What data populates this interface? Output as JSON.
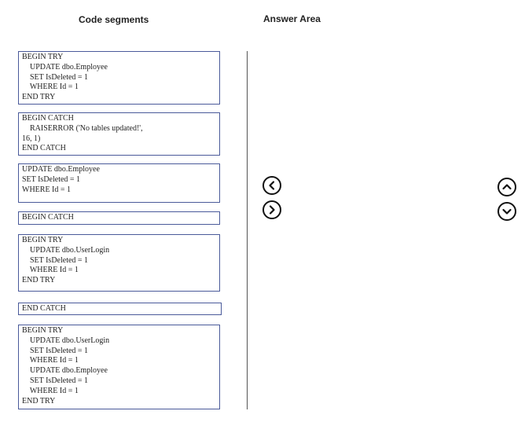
{
  "headers": {
    "left": "Code segments",
    "right": "Answer Area"
  },
  "segments": [
    {
      "code": "BEGIN TRY\n    UPDATE dbo.Employee\n    SET IsDeleted = 1\n    WHERE Id = 1\nEND TRY"
    },
    {
      "code": "BEGIN CATCH\n    RAISERROR ('No tables updated!',\n16, 1)\nEND CATCH"
    },
    {
      "code": "UPDATE dbo.Employee\nSET IsDeleted = 1\nWHERE Id = 1"
    },
    {
      "code": "BEGIN CATCH"
    },
    {
      "code": "BEGIN TRY\n    UPDATE dbo.UserLogin\n    SET IsDeleted = 1\n    WHERE Id = 1\nEND TRY"
    },
    {
      "code": "END CATCH"
    },
    {
      "code": "BEGIN TRY\n    UPDATE dbo.UserLogin\n    SET IsDeleted = 1\n    WHERE Id = 1\n    UPDATE dbo.Employee\n    SET IsDeleted = 1\n    WHERE Id = 1\nEND TRY"
    }
  ],
  "icons": {
    "move_left": "chevron-left-icon",
    "move_right": "chevron-right-icon",
    "move_up": "chevron-up-icon",
    "move_down": "chevron-down-icon"
  },
  "colors": {
    "segment_border": "#4a5a9a",
    "divider": "#555555",
    "button_stroke": "#111111"
  }
}
